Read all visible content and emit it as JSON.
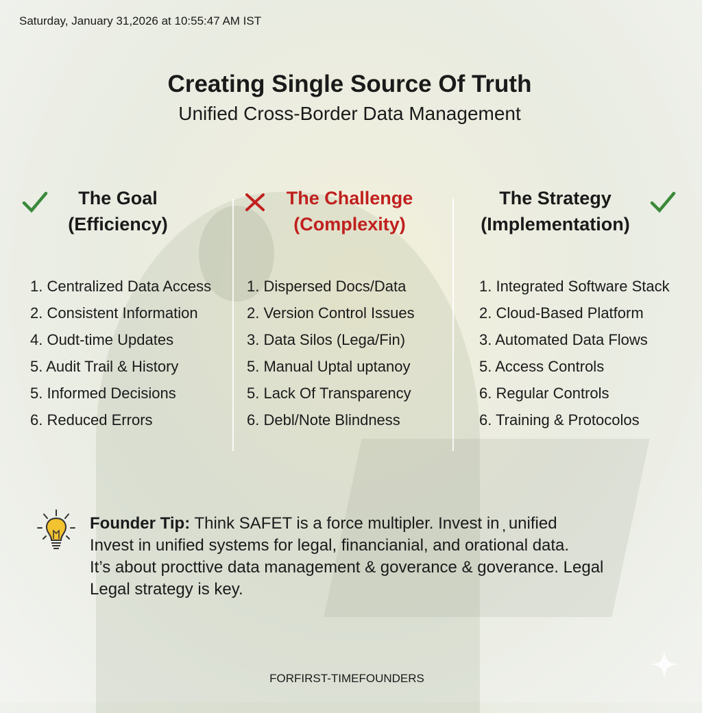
{
  "date": "Saturday, January 31,2026 at 10:55:47 AM IST",
  "title": "Creating Single Source Of Truth",
  "subtitle": "Unified Cross-Border Data Management",
  "colors": {
    "check": "#3a8a3a",
    "cross": "#c0201e"
  },
  "columns": [
    {
      "icon": "check-icon",
      "line1": "The Goal",
      "line2": "(Efficiency)",
      "items": [
        "1. Centralized Data Access",
        "2. Consistent Information",
        "4. Oudt-time Updates",
        "5. Audit Trail & History",
        "5. Informed Decisions",
        "6. Reduced Errors"
      ]
    },
    {
      "icon": "cross-icon",
      "line1": "The Challenge",
      "line2": "(Complexity)",
      "items": [
        "1. Dispersed Docs/Data",
        "2. Version Control Issues",
        "3. Data Silos (Lega/Fin)",
        "5. Manual Uptal uptanoy",
        "5. Lack Of Transparency",
        "6. Debl/Note Blindness"
      ]
    },
    {
      "icon": "check-icon",
      "line1": "The Strategy",
      "line2": "(Implementation)",
      "items": [
        "1. Integrated Software Stack",
        "2. Cloud-Based Platform",
        "3. Automated Data Flows",
        "5. Access Controls",
        "6. Regular Controls",
        "6. Training & Protocolos"
      ]
    }
  ],
  "tip": {
    "label": "Founder Tip:",
    "lines": [
      " Think SAFET is a force multipler. Invest in ̦ unified",
      "Invest in unified systems for legal, financianial, and orational data.",
      "It’s about procttive data management & goverance  &  goverance. Legal",
      "Legal strategy is key."
    ]
  },
  "footer": "FORFIRST-TIMEFOUNDERS"
}
